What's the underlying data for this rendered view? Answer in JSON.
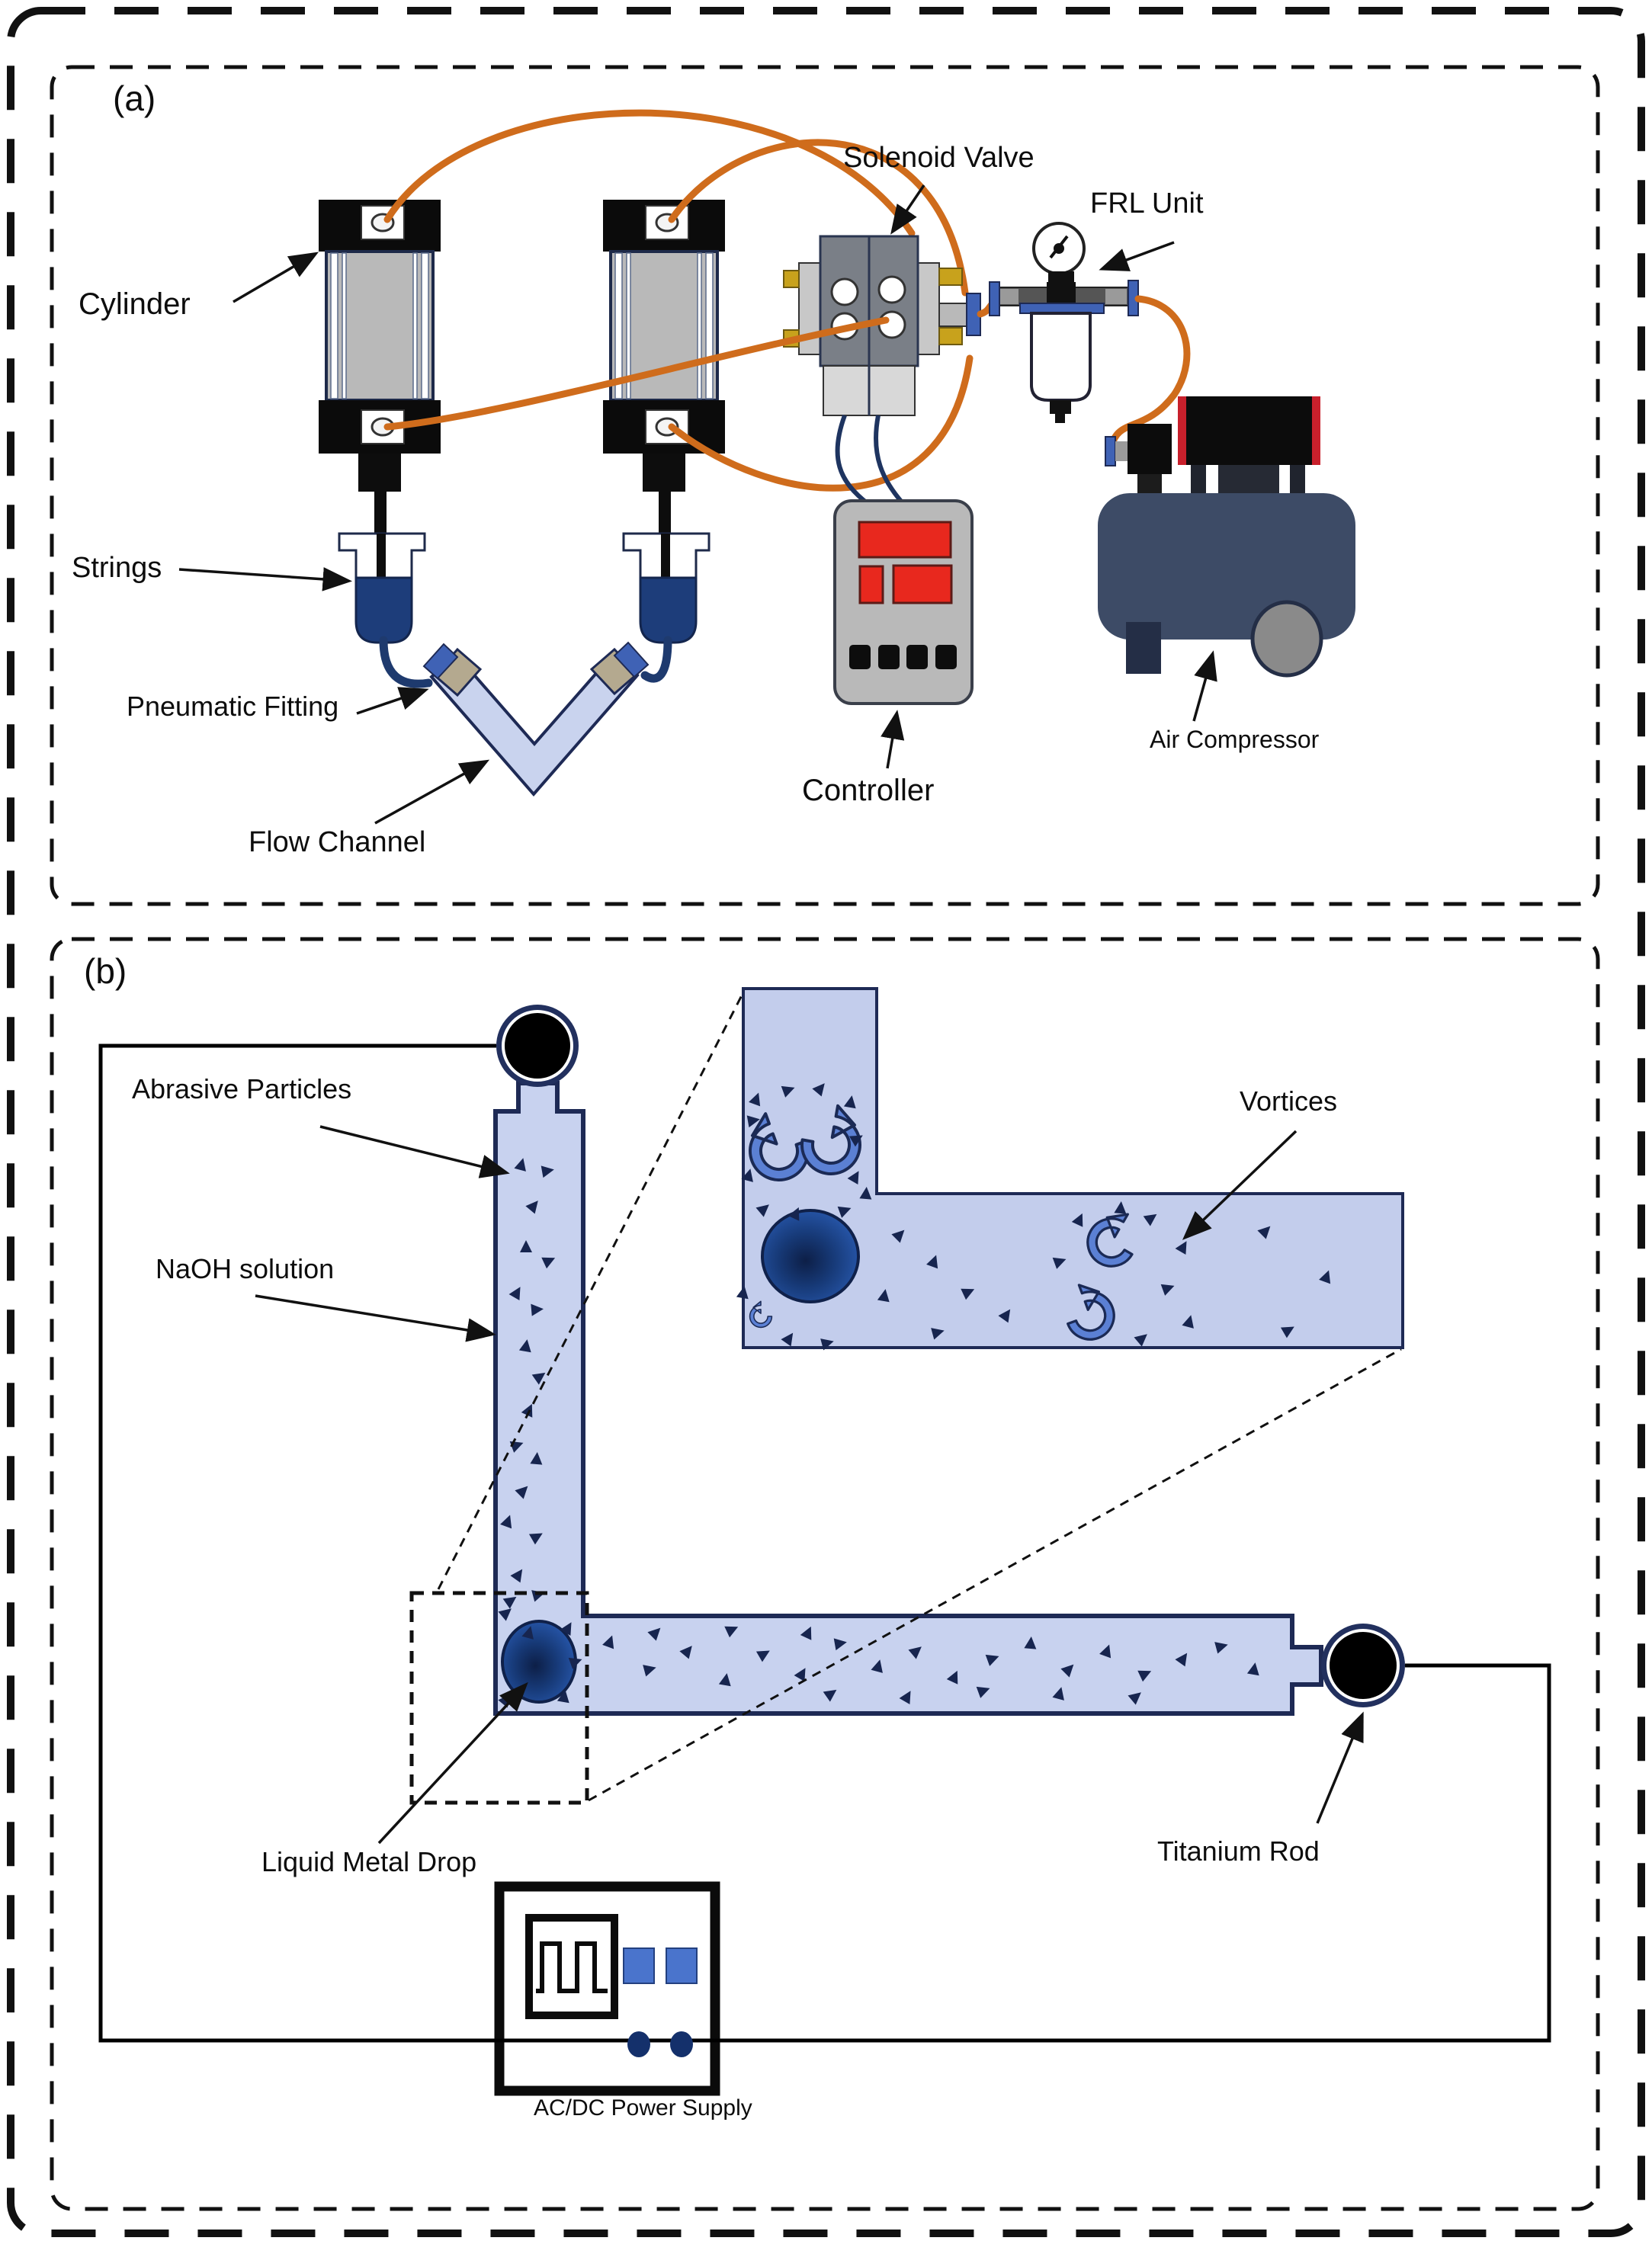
{
  "figure": {
    "type": "two-panel scientific schematic of abrasive flow polishing setup",
    "panels": {
      "a": {
        "tag": "(a)",
        "labels": {
          "cylinder": "Cylinder",
          "strings": "Strings",
          "pneumatic_fitting": "Pneumatic Fitting",
          "flow_channel": "Flow Channel",
          "solenoid_valve": "Solenoid Valve",
          "frl_unit": "FRL Unit",
          "controller": "Controller",
          "air_compressor": "Air Compressor"
        }
      },
      "b": {
        "tag": "(b)",
        "labels": {
          "abrasive_particles": "Abrasive Particles",
          "naoh_solution": "NaOH solution",
          "vortices": "Vortices",
          "liquid_metal_drop": "Liquid Metal Drop",
          "titanium_rod": "Titanium Rod",
          "power_supply": "AC/DC Power Supply"
        }
      }
    },
    "colors": {
      "tube_orange": "#cf6c1c",
      "channel_fill": "#c8d2ef",
      "channel_outline": "#1e2a55",
      "particle_navy": "#17254f",
      "vortex_blue": "#5b80d4",
      "display_red": "#e8281e",
      "valve_gray": "#7a7f87",
      "compressor_tank": "#3d4b66",
      "psu_blue": "#4a74cc",
      "syringe_blue": "#1d3d7a",
      "drop_blue": "#173a78",
      "wheel_gray": "#8a8a8a",
      "tab_yellow": "#c8a21c"
    }
  }
}
